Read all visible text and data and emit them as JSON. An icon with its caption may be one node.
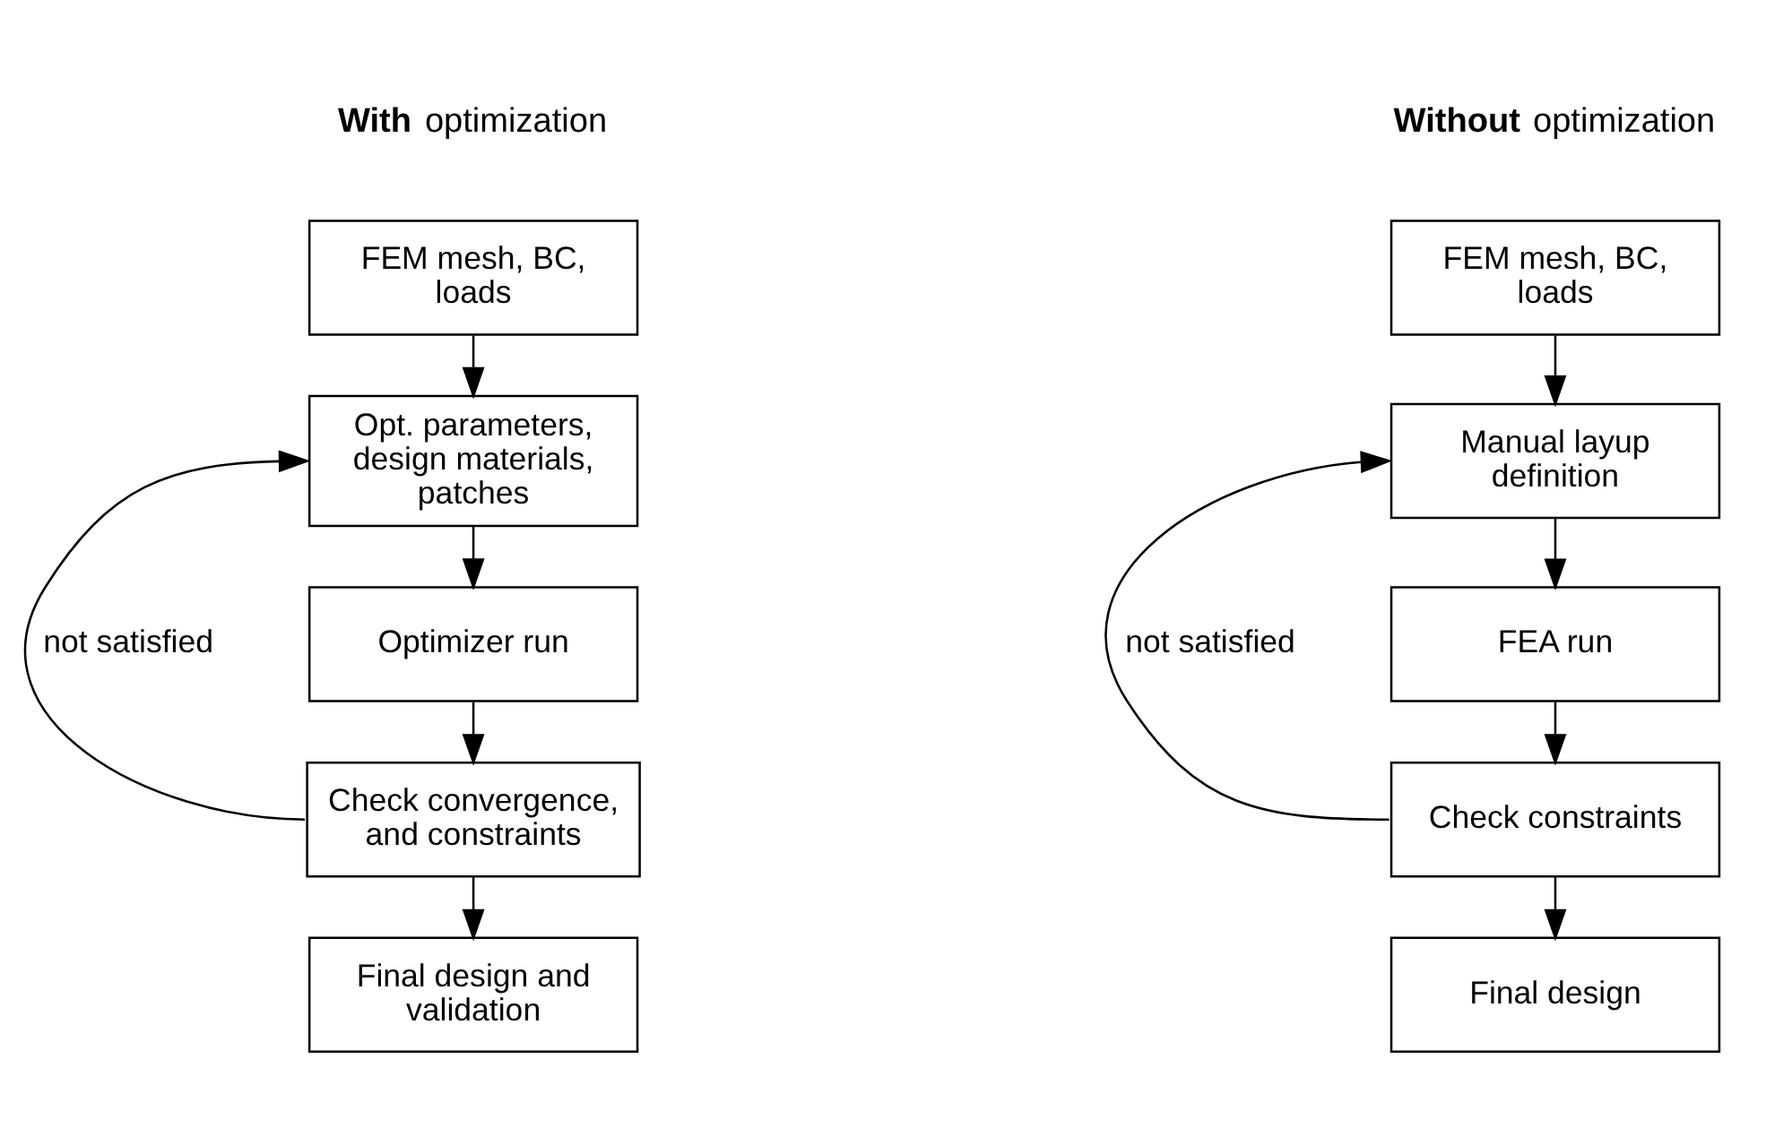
{
  "diagram": {
    "nodes": [
      {
        "text": [
          "FEM mesh, BC, loads"
        ]
      },
      {
        "text": [
          "Opt. parameters, design materials, patches"
        ]
      },
      {
        "text": [
          "Optimizer run"
        ]
      },
      {
        "text": [
          "Check convergence, and constraints"
        ]
      },
      {
        "text": [
          "Final design and validation"
        ]
      },
      {
        "text": [
          "FEM mesh, BC, loads"
        ]
      },
      {
        "text": [
          "Manual layup definition"
        ]
      },
      {
        "text": [
          "FEA run"
        ]
      },
      {
        "text": [
          "Check constraints"
        ]
      },
      {
        "text": [
          "Final design"
        ]
      }
    ],
    "edges": [
      {
        "from": 0,
        "to": 1,
        "arrow": "to"
      },
      {
        "from": 1,
        "to": 2,
        "arrow": "to"
      },
      {
        "from": 2,
        "to": 3,
        "arrow": "to"
      },
      {
        "from": 3,
        "to": 4,
        "arrow": "to"
      },
      {
        "from": 3,
        "to": 1,
        "arrow": "to",
        "label": "not satisfied"
      },
      {
        "from": 5,
        "to": 6,
        "arrow": "to"
      },
      {
        "from": 6,
        "to": 7,
        "arrow": "to"
      },
      {
        "from": 7,
        "to": 8,
        "arrow": "to"
      },
      {
        "from": 8,
        "to": 9,
        "arrow": "to"
      },
      {
        "from": 8,
        "to": 6,
        "arrow": "to",
        "label": "not satisfied"
      }
    ],
    "labels": [
      "**With** optimization",
      "**Without** optimization"
    ]
  }
}
